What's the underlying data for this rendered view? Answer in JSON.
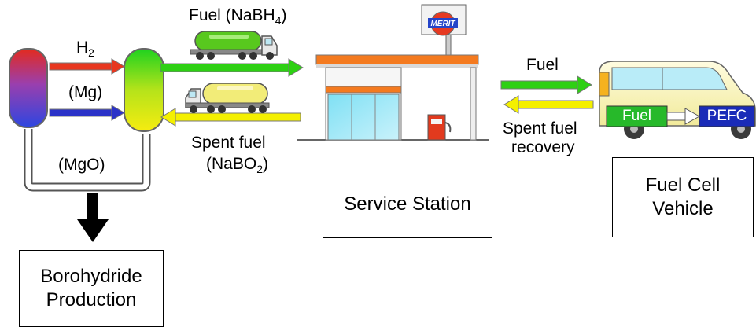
{
  "arrows": {
    "h2": {
      "main": "H",
      "sub": "2"
    },
    "mg": "(Mg)",
    "mgo": "(MgO)",
    "fuel_top": {
      "pre": "Fuel (NaBH",
      "sub": "4",
      "post": ")"
    },
    "spent_left": {
      "line1": "Spent fuel",
      "pre": "(NaBO",
      "sub": "2",
      "post": ")"
    },
    "fuel_right": "Fuel",
    "spent_right": {
      "line1": "Spent fuel",
      "line2": "recovery"
    }
  },
  "station": {
    "label": "Service Station",
    "sign": "MERIT"
  },
  "vehicle": {
    "label_line1": "Fuel Cell",
    "label_line2": "Vehicle",
    "fuel_chip": "Fuel",
    "pefc_chip": "PEFC"
  },
  "production": {
    "label_line1": "Borohydride",
    "label_line2": "Production"
  },
  "colors": {
    "h2_arrow": "#e8371f",
    "mg_arrow": "#2b32c8",
    "fuel_arrow": "#2ed014",
    "spent_arrow": "#f4f000",
    "green_tanker": "#58c81e",
    "yellow_tanker": "#f2ec78",
    "station_roof": "#f47a1f",
    "fuel_chip": "#27b92a",
    "pefc_chip": "#1a2bb8"
  }
}
